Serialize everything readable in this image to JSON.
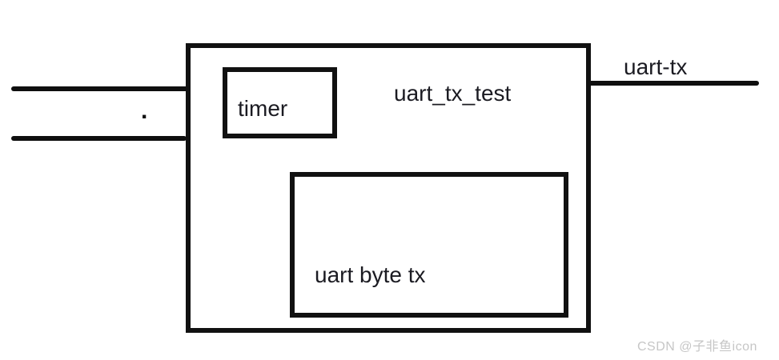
{
  "diagram": {
    "module": {
      "name": "uart_tx_test",
      "blocks": [
        {
          "id": "timer",
          "label": "timer"
        },
        {
          "id": "uart_byte_tx",
          "label": "uart byte tx"
        }
      ]
    },
    "output_label": "uart-tx",
    "junction_dot": ".",
    "colors": {
      "line": "#111111",
      "text": "#1b1b22",
      "watermark": "#c6c6c6",
      "background": "#ffffff"
    },
    "watermark": "CSDN @子非鱼icon"
  }
}
